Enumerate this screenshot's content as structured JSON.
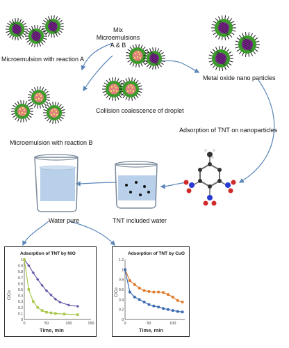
{
  "labels": {
    "micro_a": "Microemulsion with reaction A",
    "micro_b": "Microemulsion with reaction B",
    "mix_line1": "Mix",
    "mix_line2": "Microemulsions",
    "mix_line3": "A & B",
    "collision": "Collision coalescence of droplet",
    "metal_oxide": "Metal oxide nano particles",
    "adsorption": "Adsorption of TNT on nanoparticles",
    "water_pure": "Water pure",
    "tnt_water": "TNT included water"
  },
  "colors": {
    "micelle_shell": "#3a9a2a",
    "micelle_spike": "#111111",
    "micelle_core_a": "#7a2a8a",
    "micelle_core_b": "#e08080",
    "particle_yellow": "#f0e060",
    "arrow": "#5a86b8",
    "water": "#b8d0ea",
    "beaker": "#7a8a9a",
    "series_purple": "#6a5aa8",
    "series_green": "#a8c84a",
    "series_orange": "#e07a2a",
    "series_blue": "#3a6ab0"
  },
  "chart_data": [
    {
      "type": "line",
      "title": "Adsorption of TNT by NiO",
      "xlabel": "Time, min",
      "ylabel": "C/Co",
      "xlim": [
        0,
        150
      ],
      "ylim": [
        0,
        1
      ],
      "xticks": [
        "0",
        "50",
        "100",
        "150"
      ],
      "yticks": [
        "0",
        "0.1",
        "0.2",
        "0.3",
        "0.4",
        "0.5",
        "0.6",
        "0.7",
        "0.8",
        "0.9",
        "1"
      ],
      "series": [
        {
          "color": "#6a5aa8",
          "marker": "diamond",
          "x": [
            0,
            10,
            20,
            30,
            40,
            50,
            60,
            70,
            80,
            100,
            120
          ],
          "y": [
            1.0,
            0.9,
            0.78,
            0.67,
            0.57,
            0.48,
            0.41,
            0.34,
            0.29,
            0.24,
            0.22
          ]
        },
        {
          "color": "#a8c84a",
          "marker": "square",
          "x": [
            0,
            10,
            20,
            30,
            40,
            50,
            60,
            70,
            90,
            120
          ],
          "y": [
            1.0,
            0.5,
            0.3,
            0.2,
            0.15,
            0.12,
            0.11,
            0.1,
            0.09,
            0.08
          ]
        }
      ]
    },
    {
      "type": "line",
      "title": "Adsorption of TNT by CuO",
      "xlabel": "Time, min",
      "ylabel": "C/Co",
      "xlim": [
        0,
        125
      ],
      "ylim": [
        0,
        1.2
      ],
      "xticks": [
        "0",
        "50",
        "100"
      ],
      "yticks": [
        "0",
        "0.2",
        "0.4",
        "0.6",
        "0.8",
        "1",
        "1.2"
      ],
      "series": [
        {
          "color": "#e07a2a",
          "marker": "circle",
          "x": [
            0,
            10,
            20,
            30,
            40,
            50,
            60,
            70,
            80,
            90,
            100,
            110,
            120
          ],
          "y": [
            1.0,
            0.78,
            0.7,
            0.63,
            0.58,
            0.56,
            0.55,
            0.55,
            0.54,
            0.5,
            0.45,
            0.38,
            0.35
          ]
        },
        {
          "color": "#3a6ab0",
          "marker": "circle",
          "x": [
            0,
            10,
            20,
            30,
            40,
            50,
            60,
            70,
            80,
            90,
            100,
            110,
            120
          ],
          "y": [
            1.0,
            0.55,
            0.45,
            0.4,
            0.35,
            0.3,
            0.27,
            0.25,
            0.22,
            0.2,
            0.18,
            0.16,
            0.15
          ]
        }
      ]
    }
  ]
}
